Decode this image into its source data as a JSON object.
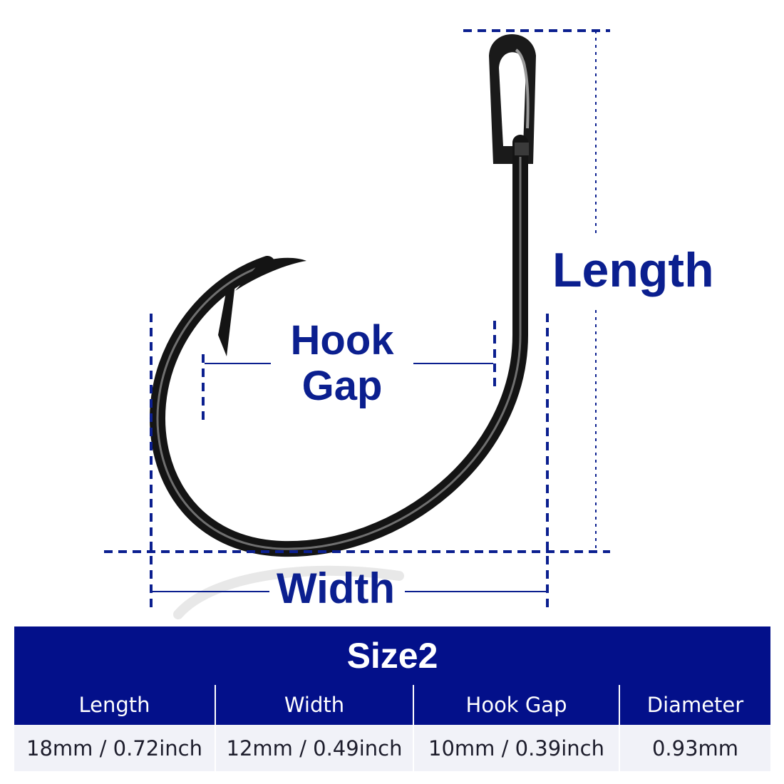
{
  "diagram": {
    "length_label": "Length",
    "hook_gap_label_line1": "Hook",
    "hook_gap_label_line2": "Gap",
    "width_label": "Width",
    "accent_color": "#0b1f8f",
    "hook_color": "#111111"
  },
  "table": {
    "title": "Size2",
    "columns": [
      "Length",
      "Width",
      "Hook Gap",
      "Diameter"
    ],
    "values": [
      "18mm / 0.72inch",
      "12mm / 0.49inch",
      "10mm / 0.39inch",
      "0.93mm"
    ],
    "header_color": "#03108a"
  }
}
